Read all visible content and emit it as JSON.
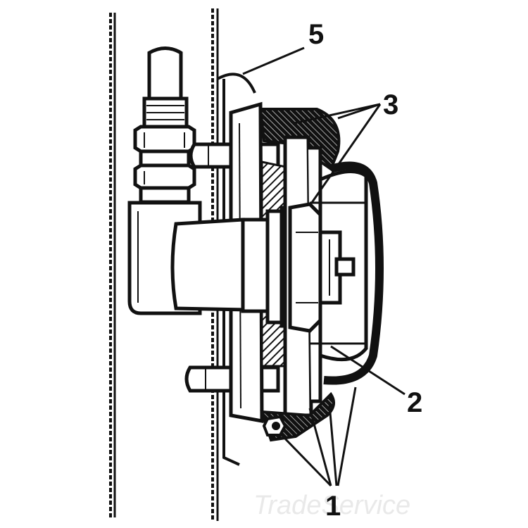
{
  "diagram": {
    "callouts": [
      {
        "id": "1",
        "label": "1"
      },
      {
        "id": "2",
        "label": "2"
      },
      {
        "id": "3",
        "label": "3"
      },
      {
        "id": "5",
        "label": "5"
      }
    ],
    "watermark": "TradeService"
  },
  "colors": {
    "ink": "#111111",
    "background": "#ffffff",
    "watermark": "#e9e9e9"
  }
}
